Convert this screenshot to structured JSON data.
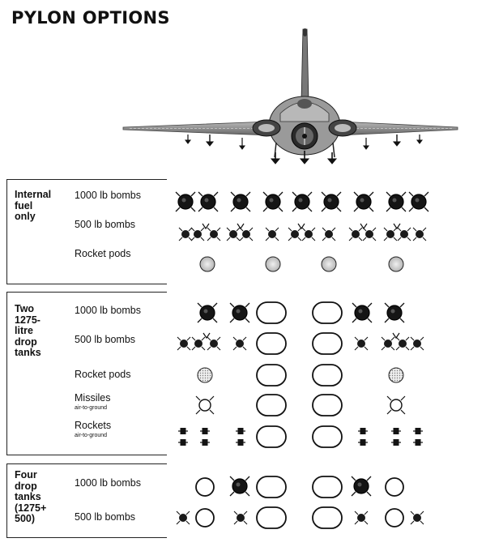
{
  "title": "PYLON OPTIONS",
  "sections": [
    {
      "label": "Internal\nfuel\nonly",
      "rows": [
        {
          "label": "1000 lb bombs",
          "sub": ""
        },
        {
          "label": "500 lb bombs",
          "sub": ""
        },
        {
          "label": "Rocket pods",
          "sub": ""
        }
      ]
    },
    {
      "label": "Two\n1275-\nlitre\ndrop\ntanks",
      "rows": [
        {
          "label": "1000 lb bombs",
          "sub": ""
        },
        {
          "label": "500 lb bombs",
          "sub": ""
        },
        {
          "label": "Rocket pods",
          "sub": ""
        },
        {
          "label": "Missiles",
          "sub": "air-to-ground"
        },
        {
          "label": "Rockets",
          "sub": "air-to-ground"
        }
      ]
    },
    {
      "label": "Four\ndrop\ntanks\n(1275+\n500)",
      "rows": [
        {
          "label": "1000 lb bombs",
          "sub": ""
        },
        {
          "label": "500 lb bombs",
          "sub": ""
        }
      ]
    }
  ]
}
